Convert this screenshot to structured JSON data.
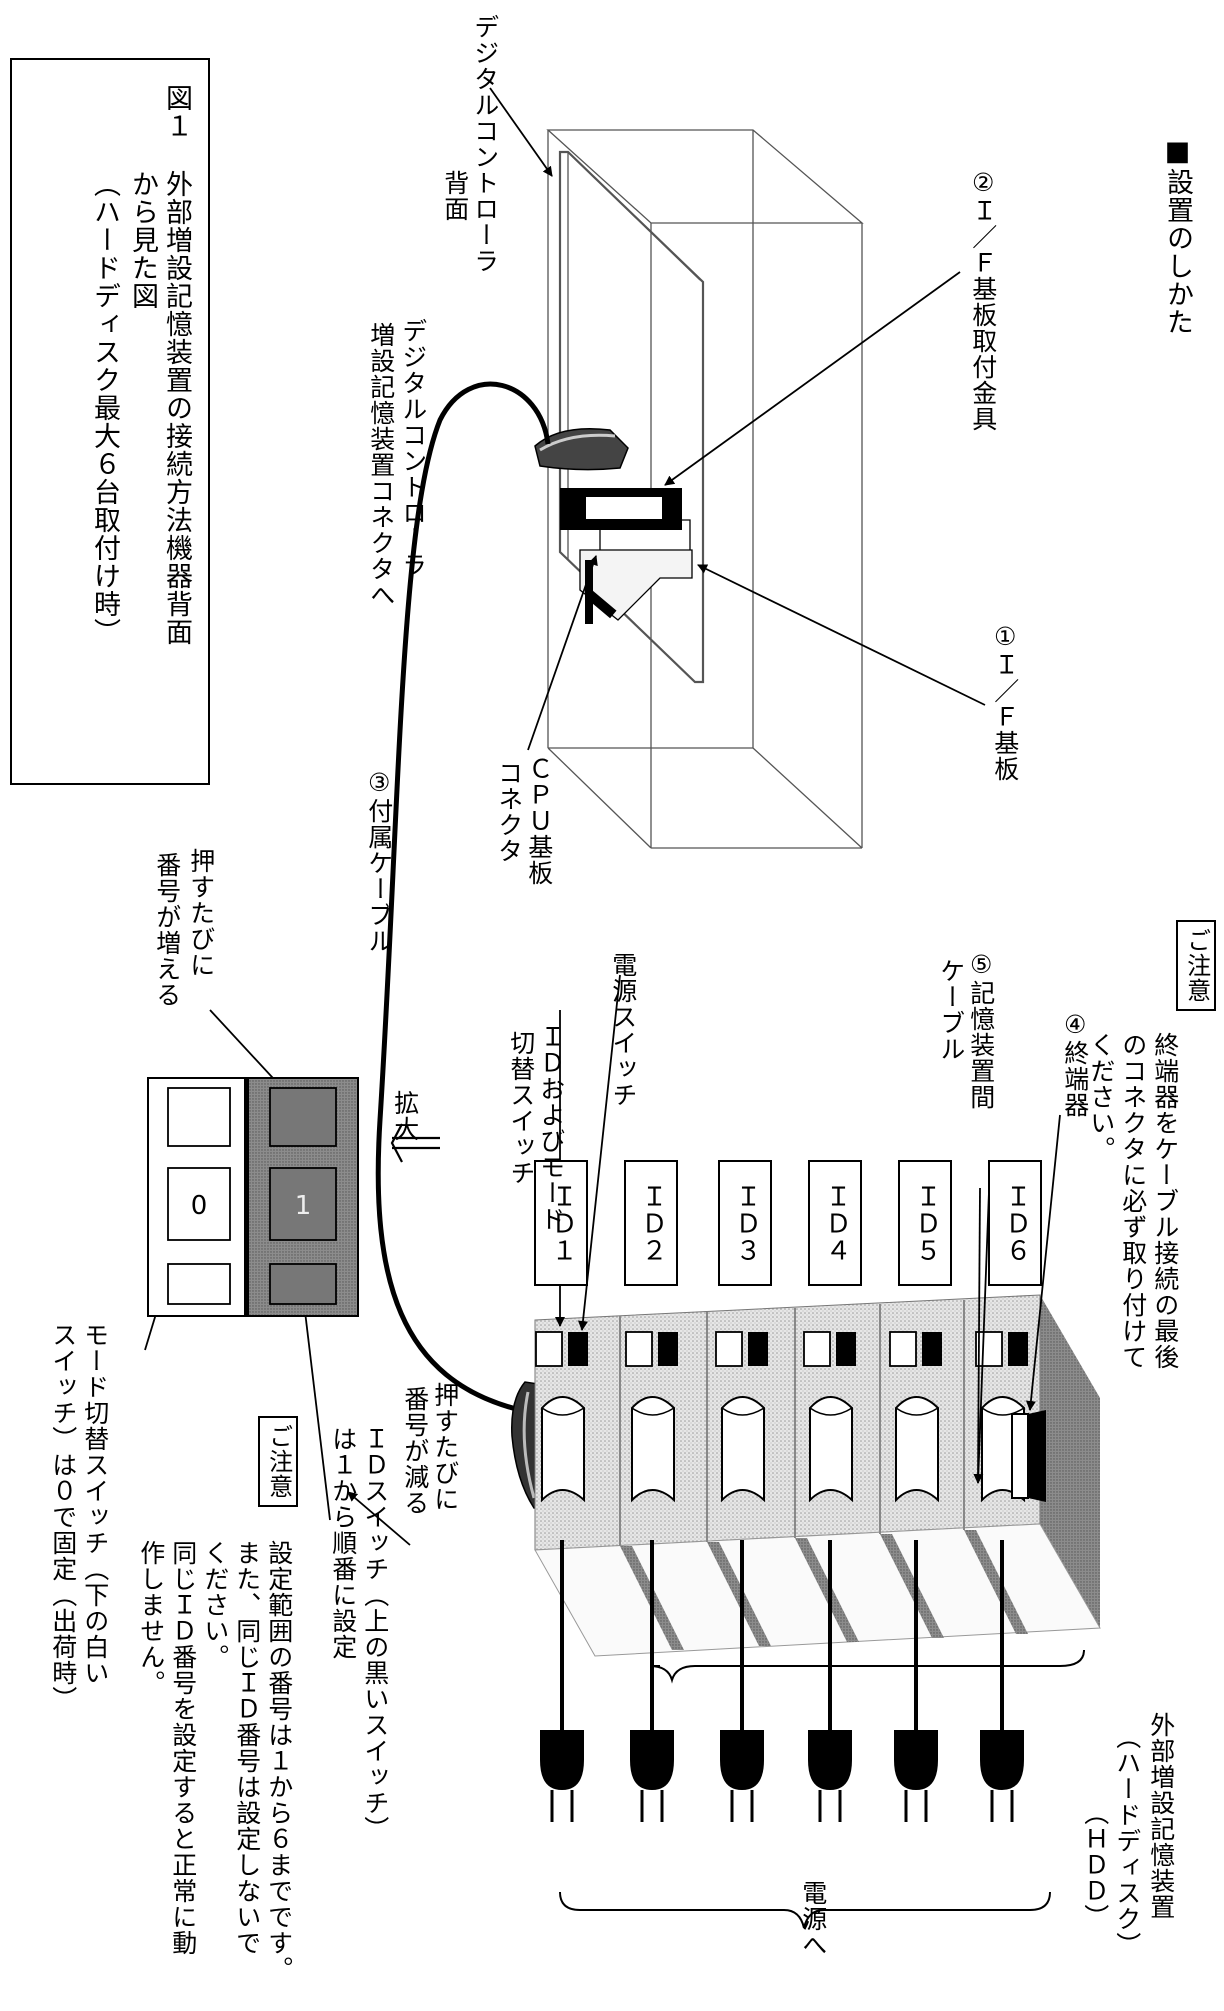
{
  "section_title": "■設置のしかた",
  "figure": {
    "number": "図１",
    "caption_lines": [
      "外部増設記憶装置の接続方法機器背面",
      "から見た図",
      "（ハードディスク最大６台取付け時）"
    ]
  },
  "labels": {
    "controller_back": [
      "デジタルコントローラ",
      "背面"
    ],
    "if_bracket": "②Ｉ／Ｆ基板取付金具",
    "if_board": "①Ｉ／Ｆ基板",
    "cpu_connector": [
      "ＣＰＵ基板",
      "コネクタ"
    ],
    "ext_connector": [
      "デジタルコントローラ",
      "増設記憶装置コネクタへ"
    ],
    "included_cable": "③付属ケーブル",
    "power_switch": "電源スイッチ",
    "id_mode_switch": [
      "ＩＤおよびモード",
      "切替スイッチ"
    ],
    "storage_cable": [
      "⑤記憶装置間",
      "ケーブル"
    ],
    "terminator": "④終端器",
    "hdd": [
      "外部増設記憶装置",
      "（ハードディスク）",
      "（ＨＤＤ）"
    ],
    "to_power": "電源へ",
    "enlarge": "拡大",
    "increase": [
      "押すたびに",
      "番号が増える"
    ],
    "decrease": [
      "押すたびに",
      "番号が減る"
    ],
    "id_switch_note": [
      "ＩＤスイッチ（上の黒いスイッチ）",
      "は１から順番に設定"
    ],
    "mode_switch_note": [
      "モード切替スイッチ（下の白い",
      "スイッチ）は０で固定（出荷時）"
    ]
  },
  "notes": [
    {
      "title": "ご注意",
      "lines": [
        "終端器をケーブル接続の最後",
        "のコネクタに必ず取り付けて",
        "ください。"
      ]
    },
    {
      "title": "ご注意",
      "lines": [
        "設定範囲の番号は１から６までです。",
        "また、同じＩＤ番号は設定しないで",
        "ください。",
        "同じＩＤ番号を設定すると正常に動",
        "作しません。"
      ]
    }
  ],
  "id_labels": [
    "ＩＤ１",
    "ＩＤ２",
    "ＩＤ３",
    "ＩＤ４",
    "ＩＤ５",
    "ＩＤ６"
  ],
  "switch_values": {
    "id": "1",
    "mode": "0"
  }
}
